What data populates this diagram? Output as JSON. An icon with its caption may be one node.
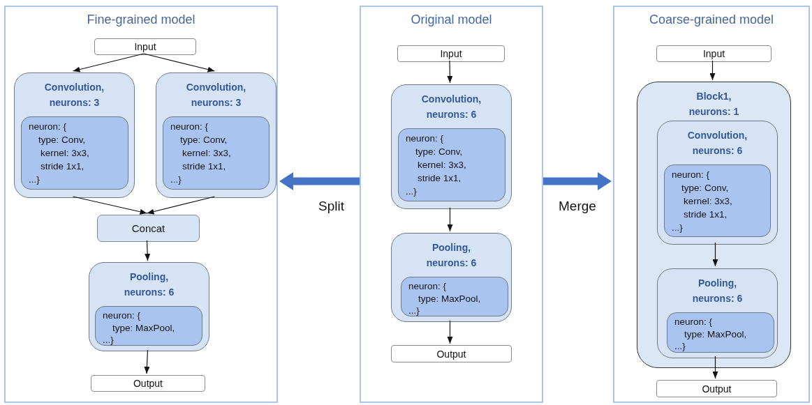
{
  "diagram": {
    "nodes": [
      {
        "text": [
          "Fine-grained model"
        ]
      },
      {
        "text": [
          "Input"
        ],
        "in": 0
      },
      {
        "text": [
          "Convolution, neurons: 3"
        ],
        "in": 0
      },
      {
        "text": [
          "neuron: {",
          "type: Conv,",
          "kernel: 3x3,",
          "stride 1x1,",
          "...}"
        ],
        "in": 2
      },
      {
        "text": [
          "Convolution, neurons: 3"
        ],
        "in": 0
      },
      {
        "text": [
          "neuron: {",
          "type: Conv,",
          "kernel: 3x3,",
          "stride 1x1,",
          "...}"
        ],
        "in": 4
      },
      {
        "text": [
          "Concat"
        ],
        "in": 0
      },
      {
        "text": [
          "Pooling, neurons: 6"
        ],
        "in": 0
      },
      {
        "text": [
          "neuron: {",
          "type: MaxPool,",
          "...}"
        ],
        "in": 7
      },
      {
        "text": [
          "Output"
        ],
        "in": 0
      },
      {
        "text": [
          "Original model"
        ]
      },
      {
        "text": [
          "Input"
        ],
        "in": 10
      },
      {
        "text": [
          "Convolution, neurons: 6"
        ],
        "in": 10
      },
      {
        "text": [
          "neuron: {",
          "type: Conv,",
          "kernel: 3x3,",
          "stride 1x1,",
          "...}"
        ],
        "in": 12
      },
      {
        "text": [
          "Pooling, neurons: 6"
        ],
        "in": 10
      },
      {
        "text": [
          "neuron: {",
          "type: MaxPool,",
          "...}"
        ],
        "in": 14
      },
      {
        "text": [
          "Output"
        ],
        "in": 10
      },
      {
        "text": [
          "Coarse-grained model"
        ]
      },
      {
        "text": [
          "Input"
        ],
        "in": 17
      },
      {
        "text": [
          "Block1, neurons: 1"
        ],
        "in": 17
      },
      {
        "text": [
          "Convolution, neurons: 6"
        ],
        "in": 19
      },
      {
        "text": [
          "neuron: {",
          "type: Conv,",
          "kernel: 3x3,",
          "stride 1x1,",
          "...}"
        ],
        "in": 20
      },
      {
        "text": [
          "Pooling, neurons: 6"
        ],
        "in": 19
      },
      {
        "text": [
          "neuron: {",
          "type: MaxPool,",
          "...}"
        ],
        "in": 22
      },
      {
        "text": [
          "Output"
        ],
        "in": 17
      }
    ],
    "edges": [
      {
        "from": 1,
        "to": 2,
        "arrow": "to"
      },
      {
        "from": 1,
        "to": 4,
        "arrow": "to"
      },
      {
        "from": 2,
        "to": 6,
        "arrow": "to"
      },
      {
        "from": 4,
        "to": 6,
        "arrow": "to"
      },
      {
        "from": 6,
        "to": 7,
        "arrow": "to"
      },
      {
        "from": 7,
        "to": 9,
        "arrow": "to"
      },
      {
        "from": 11,
        "to": 12,
        "arrow": "to"
      },
      {
        "from": 12,
        "to": 14,
        "arrow": "to"
      },
      {
        "from": 14,
        "to": 16,
        "arrow": "to"
      },
      {
        "from": 18,
        "to": 19,
        "arrow": "to"
      },
      {
        "from": 20,
        "to": 22,
        "arrow": "to"
      },
      {
        "from": 22,
        "to": 24,
        "arrow": "to"
      },
      {
        "from": 10,
        "to": 0,
        "arrow": "to",
        "label": "Split",
        "style": "thick",
        "color": "#4472c4"
      },
      {
        "from": 10,
        "to": 17,
        "arrow": "to",
        "label": "Merge",
        "style": "thick",
        "color": "#4472c4"
      }
    ]
  }
}
